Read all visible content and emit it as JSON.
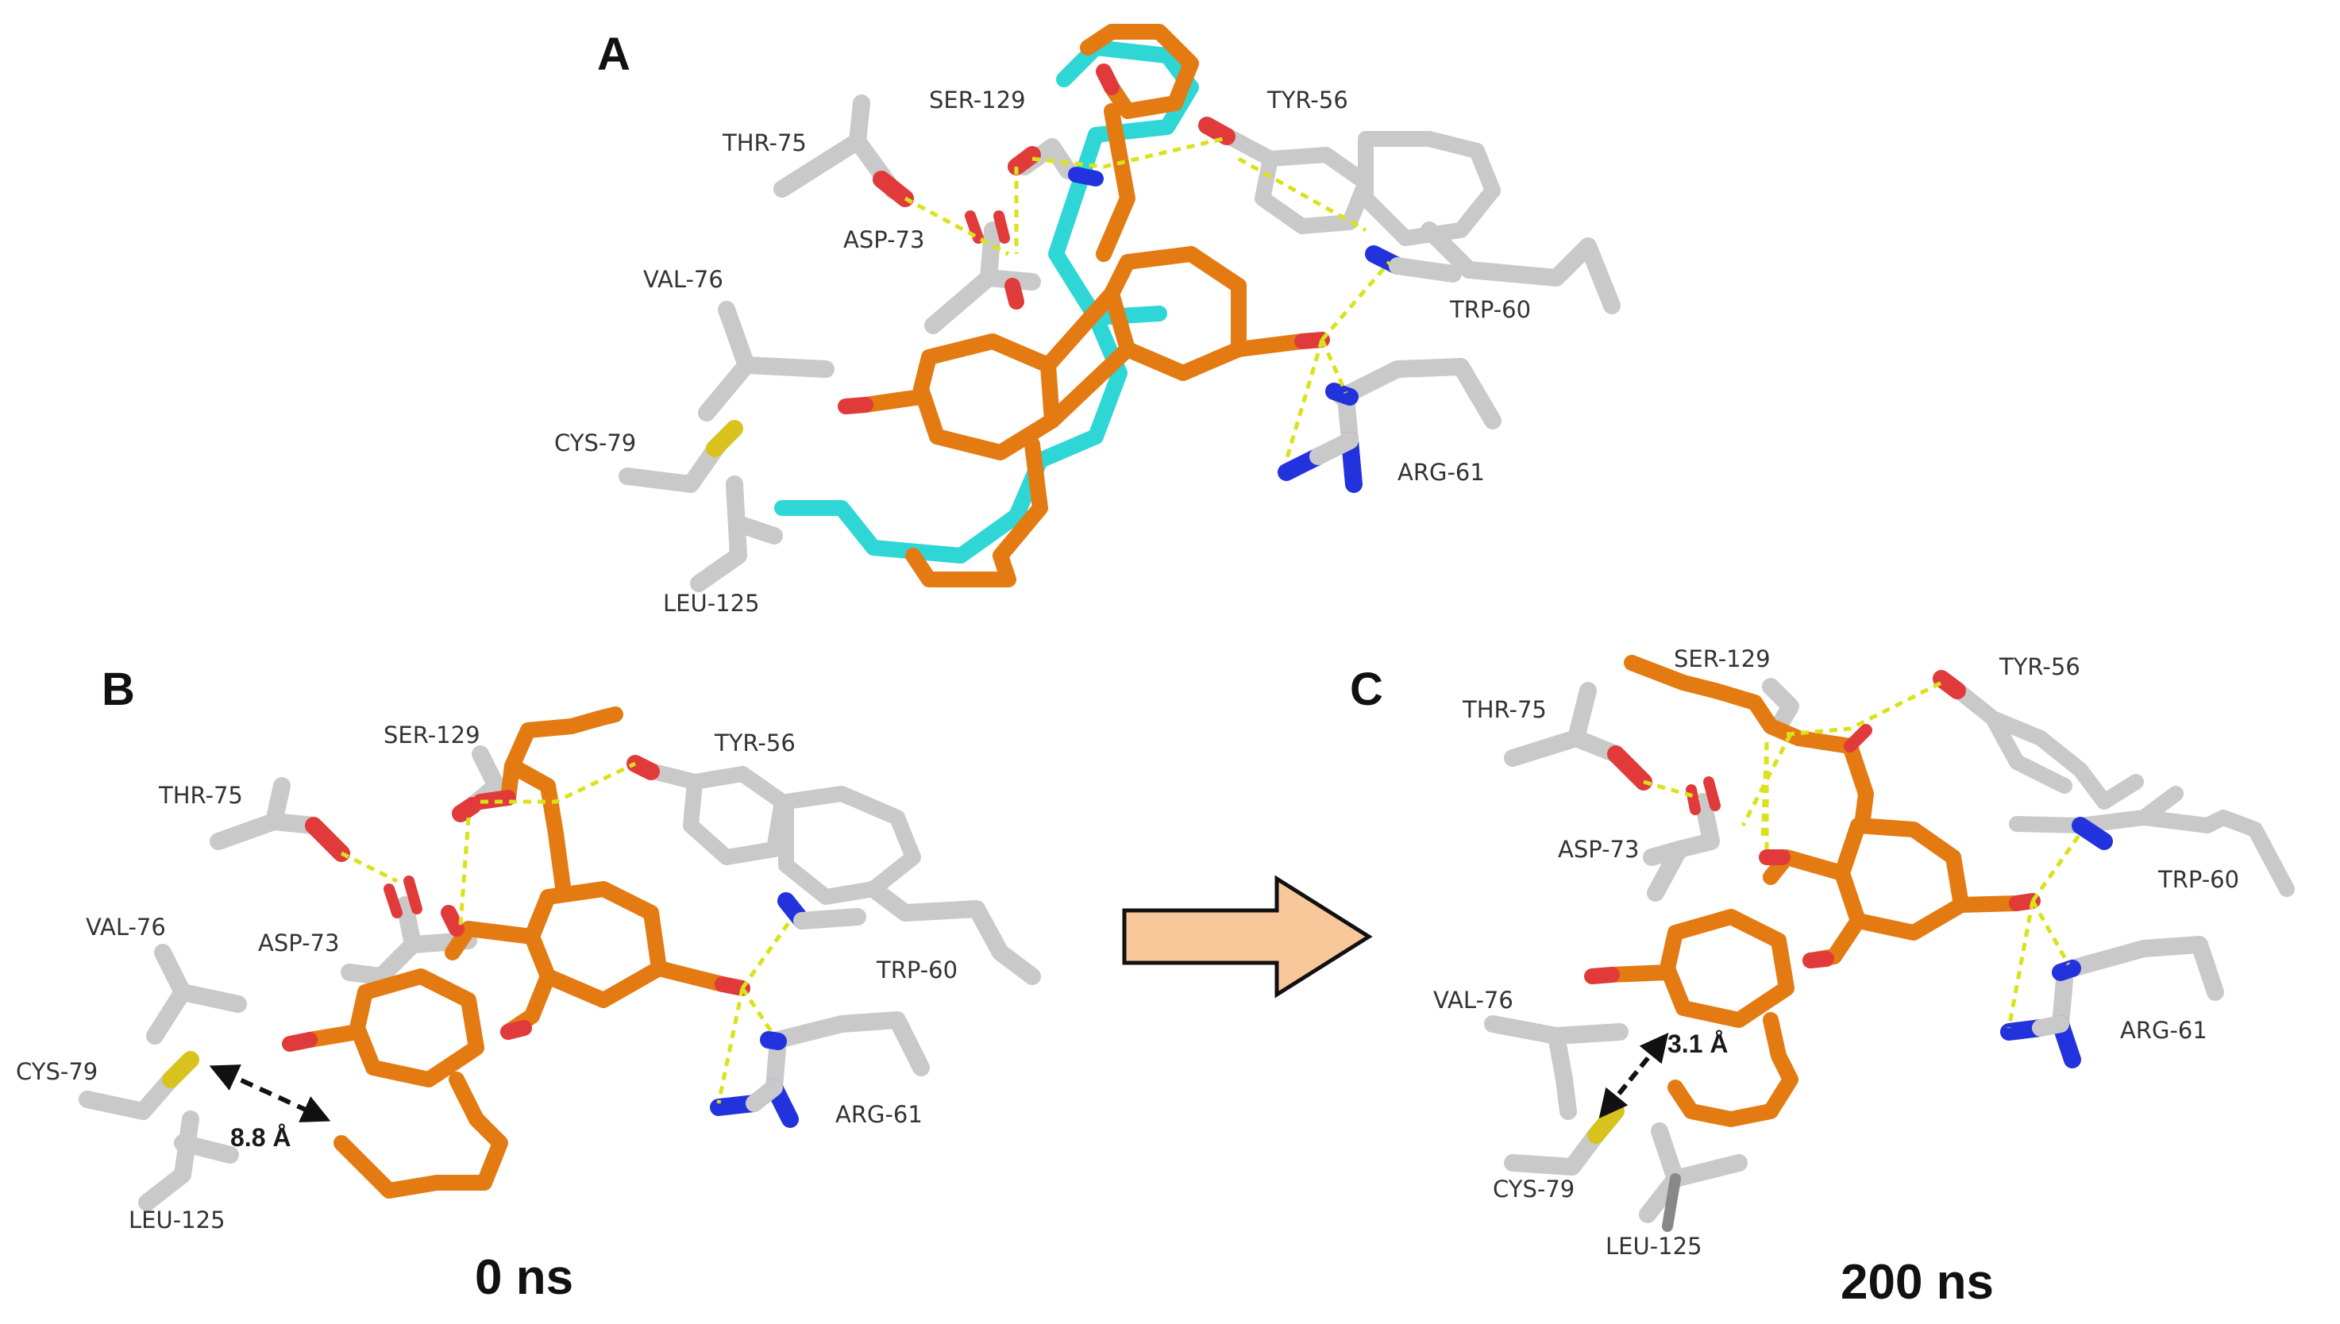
{
  "colors": {
    "ligand_orange": "#e37b12",
    "ligand_cyan": "#2fd6d6",
    "residue_gray": "#c9c9c9",
    "oxygen_red": "#e03a3a",
    "nitrogen_blue": "#2233dd",
    "sulfur_yellow": "#d8c21e",
    "hbond_yellow": "#d9e21b",
    "arrow_fill": "#f9c89a"
  },
  "panel_a": {
    "letter": "A",
    "residues": {
      "ser129": "SER-129",
      "tyr56": "TYR-56",
      "thr75": "THR-75",
      "asp73": "ASP-73",
      "val76": "VAL-76",
      "trp60": "TRP-60",
      "cys79": "CYS-79",
      "arg61": "ARG-61",
      "leu125": "LEU-125"
    }
  },
  "panel_b": {
    "letter": "B",
    "residues": {
      "ser129": "SER-129",
      "tyr56": "TYR-56",
      "thr75": "THR-75",
      "val76": "VAL-76",
      "asp73": "ASP-73",
      "trp60": "TRP-60",
      "cys79": "CYS-79",
      "arg61": "ARG-61",
      "leu125": "LEU-125"
    },
    "distance": "8.8 Å",
    "time": "0 ns"
  },
  "panel_c": {
    "letter": "C",
    "residues": {
      "ser129": "SER-129",
      "tyr56": "TYR-56",
      "thr75": "THR-75",
      "asp73": "ASP-73",
      "trp60": "TRP-60",
      "val76": "VAL-76",
      "arg61": "ARG-61",
      "cys79": "CYS-79",
      "leu125": "LEU-125"
    },
    "distance": "3.1 Å",
    "time": "200 ns"
  }
}
